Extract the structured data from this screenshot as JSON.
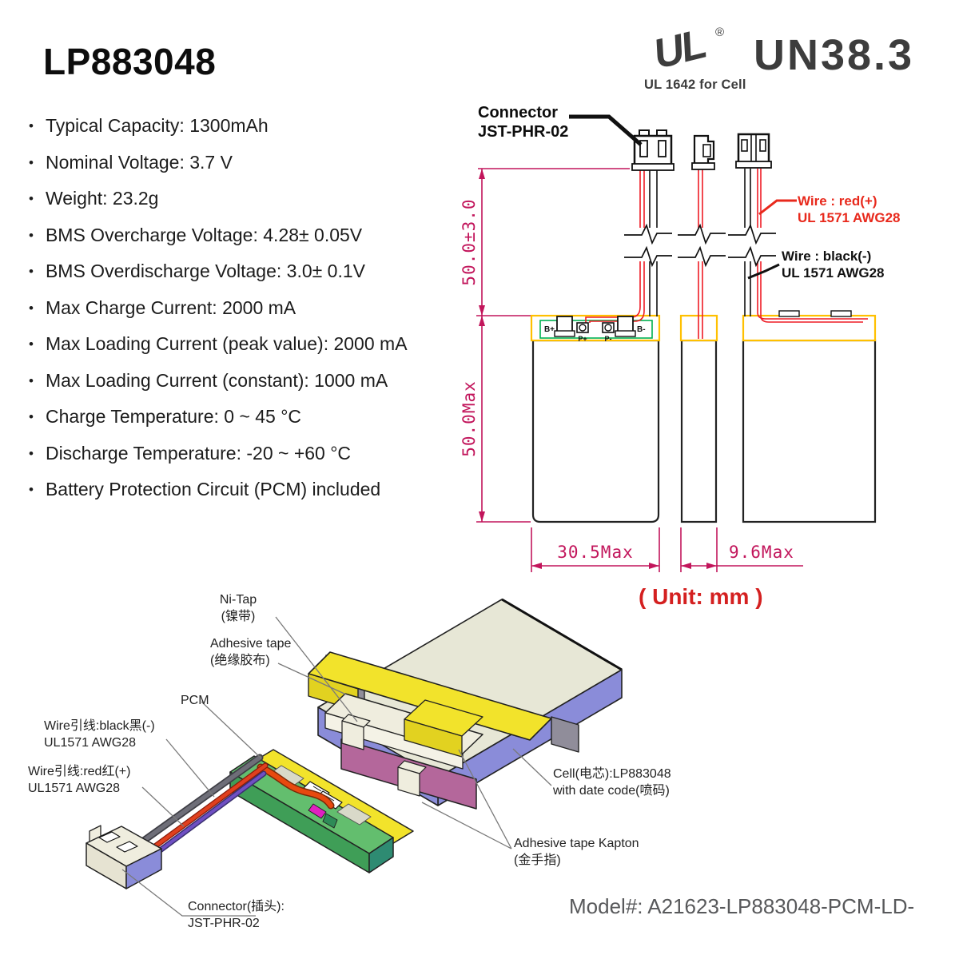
{
  "header": {
    "title": "LP883048",
    "un_mark": "UN38.3",
    "ul_mark": "UL",
    "ul_reg": "®",
    "ul_caption": "UL 1642 for Cell"
  },
  "specs": [
    "Typical Capacity: 1300mAh",
    "Nominal Voltage: 3.7 V",
    "Weight: 23.2g",
    "BMS Overcharge Voltage: 4.28± 0.05V",
    "BMS Overdischarge Voltage: 3.0± 0.1V",
    "Max Charge Current: 2000 mA",
    "Max Loading Current (peak value): 2000 mA",
    "Max Loading Current (constant): 1000 mA",
    "Charge Temperature: 0 ~ 45 °C",
    "Discharge Temperature: -20 ~ +60 °C",
    "Battery Protection Circuit (PCM) included"
  ],
  "tech": {
    "connector_label": {
      "line1": "Connector",
      "line2": "JST-PHR-02"
    },
    "wire_red": {
      "line1": "Wire : red(+)",
      "line2": "UL 1571 AWG28"
    },
    "wire_black": {
      "line1": "Wire : black(-)",
      "line2": "UL 1571 AWG28"
    },
    "dims": {
      "lead": "50.0±3.0",
      "height": "50.0Max",
      "width": "30.5Max",
      "thickness": "9.6Max"
    },
    "pads": {
      "bp": "B+",
      "pp": "P+",
      "pm": "P-",
      "bm": "B-"
    },
    "unit": "( Unit: mm )"
  },
  "iso": {
    "ni_tap": {
      "line1": "Ni-Tap",
      "line2": "(镍带)"
    },
    "adhesive": {
      "line1": "Adhesive tape",
      "line2": "(绝缘胶布)"
    },
    "pcm": "PCM",
    "wire_black": {
      "line1": "Wire引线:black黑(-)",
      "line2": "UL1571 AWG28"
    },
    "wire_red": {
      "line1": "Wire引线:red红(+)",
      "line2": "UL1571 AWG28"
    },
    "connector": {
      "line1": "Connector(插头):",
      "line2": "JST-PHR-02"
    },
    "cell": {
      "line1": "Cell(电芯):LP883048",
      "line2": "with date code(喷码)"
    },
    "kapton": {
      "line1": "Adhesive tape Kapton",
      "line2": "(金手指)"
    }
  },
  "footer": {
    "model": "Model#: A21623-LP883048-PCM-LD-"
  },
  "colors": {
    "dimension": "#C2155B",
    "yellow_outline": "#FFC000",
    "green_outline": "#00B050",
    "wire_red": "#EE1C25",
    "label_red": "#E8291C",
    "unit_red": "#D42020",
    "model_gray": "#58595B",
    "logo_gray": "#3D3D3D",
    "cell_side": "#8A8CD9",
    "cell_top": "#E7E7D6",
    "tape_yellow": "#F2E32B",
    "pcm_magenta": "#B4679B",
    "pcb_green": "#63BE6E",
    "wire_orange": "#E8490F"
  }
}
